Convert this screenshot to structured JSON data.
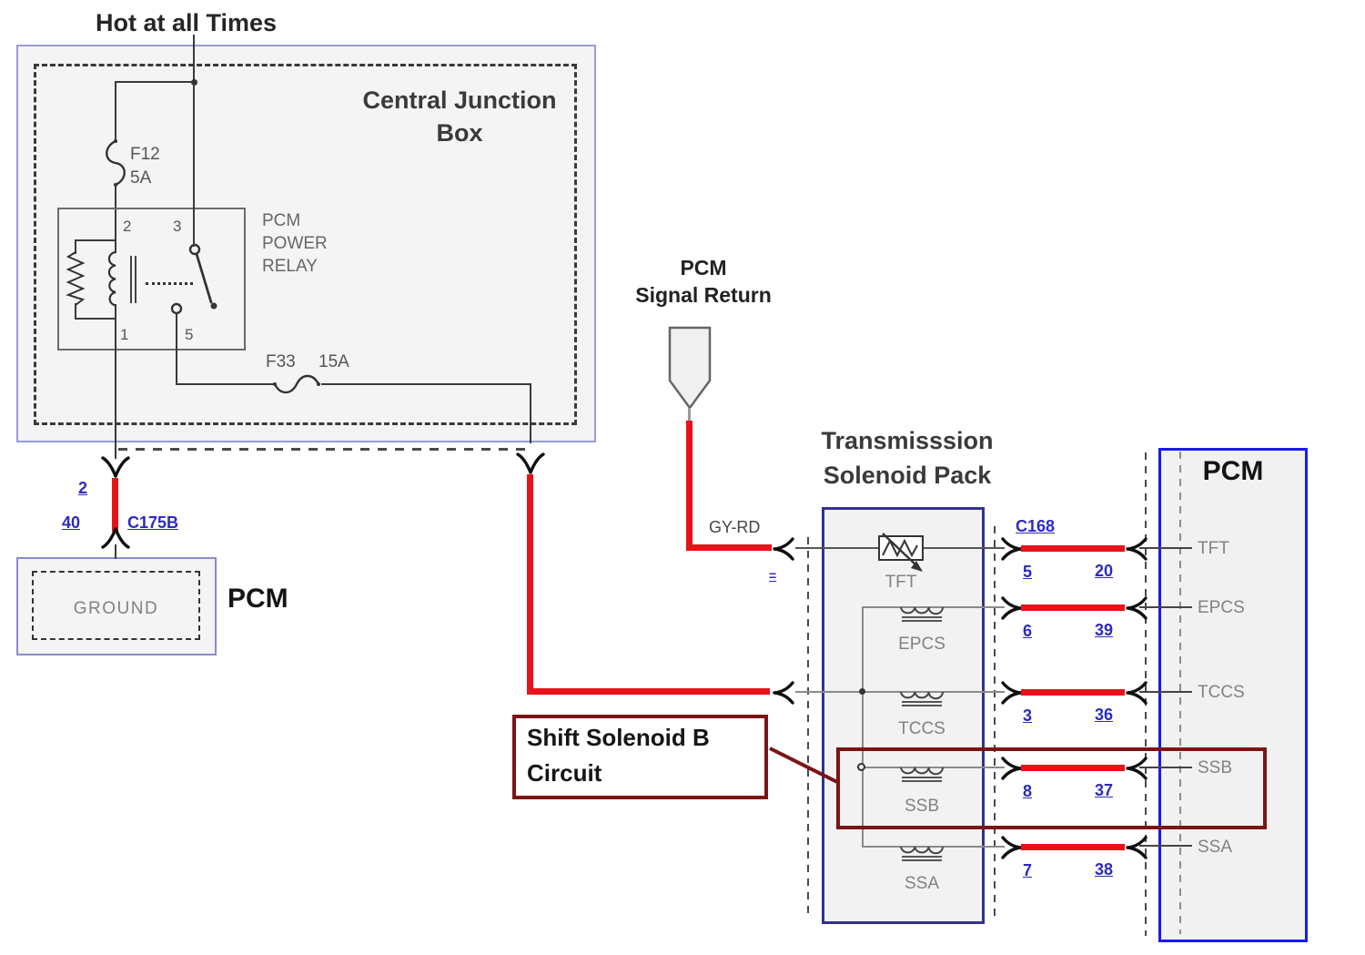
{
  "colors": {
    "wire_red": "#e81219",
    "highlight_maroon": "#7a1416",
    "label_blue": "#2b2bc0",
    "cjb_border": "#9a9ad6",
    "pack_border": "#32328c",
    "pcm_right_border": "#1a1aef",
    "box_fill": "#f4f4f4"
  },
  "hot_label": "Hot at all Times",
  "cjb": {
    "title_line1": "Central Junction",
    "title_line2": "Box",
    "fuse_f12": {
      "name": "F12",
      "rating": "5A"
    },
    "fuse_f33": {
      "name": "F33",
      "rating": "15A"
    },
    "relay": {
      "label": [
        "PCM",
        "POWER",
        "RELAY"
      ],
      "pin_2": "2",
      "pin_3": "3",
      "pin_1": "1",
      "pin_5": "5"
    }
  },
  "ground_branch": {
    "pin_2": "2",
    "pin_40": "40",
    "connector": "C175B",
    "box_label": "PCM",
    "ground_label": "GROUND"
  },
  "signal_return": {
    "title_line1": "PCM",
    "title_line2": "Signal Return",
    "wire_color_label": "GY-RD",
    "splice_mark": "="
  },
  "solenoid_pack": {
    "title_line1": "Transmisssion",
    "title_line2": "Solenoid Pack",
    "connector": "C168",
    "rows": [
      {
        "name": "TFT",
        "pack_pin": "5",
        "pcm_pin": "20"
      },
      {
        "name": "EPCS",
        "pack_pin": "6",
        "pcm_pin": "39"
      },
      {
        "name": "TCCS",
        "pack_pin": "3",
        "pcm_pin": "36"
      },
      {
        "name": "SSB",
        "pack_pin": "8",
        "pcm_pin": "37"
      },
      {
        "name": "SSA",
        "pack_pin": "7",
        "pcm_pin": "38"
      }
    ]
  },
  "pcm_right": {
    "title": "PCM"
  },
  "callout": {
    "line1": "Shift Solenoid B",
    "line2": "Circuit"
  }
}
